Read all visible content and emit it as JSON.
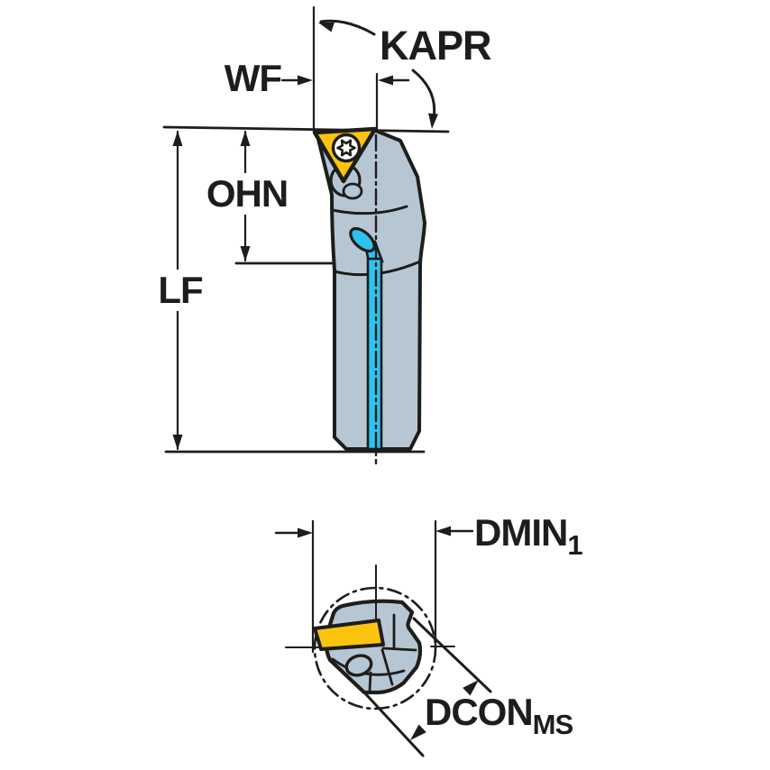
{
  "labels": {
    "kapr": "KAPR",
    "wf": "WF",
    "ohn": "OHN",
    "lf": "LF",
    "dmin": {
      "main": "DMIN",
      "sub": "1"
    },
    "dcon": {
      "main": "DCON",
      "sub": "MS"
    }
  },
  "colors": {
    "body": "#b7c6d3",
    "insert": "#fcc40f",
    "coolant": "#2fc2ee",
    "line": "#1d1d1b",
    "background": "#ffffff"
  }
}
